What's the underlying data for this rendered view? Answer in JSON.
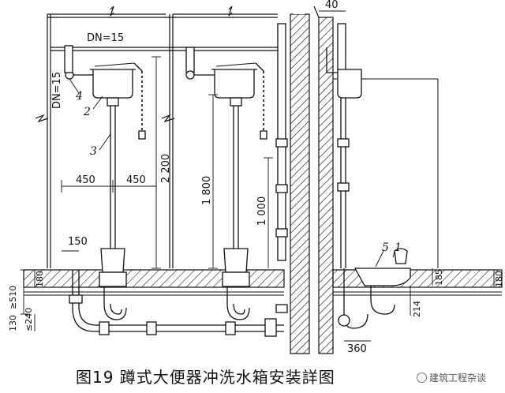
{
  "caption": "图19  蹲式大便器冲洗水箱安装詳图",
  "watermark": "建筑工程杂谈",
  "pipe_labels": {
    "dn_horizontal": "DN=15",
    "dn_vertical": "DN=15"
  },
  "part_numbers": {
    "p1": "1",
    "p2": "2",
    "p3": "3",
    "p4": "4",
    "p5": "5"
  },
  "dimensions": {
    "top_offset": "40",
    "spacing_left": "450",
    "spacing_right": "450",
    "height_tank": "2 200",
    "height_mid": "1 800",
    "height_short": "1 000",
    "pipe_offset": "150",
    "min_depth": "≥510",
    "step_180_left": "180",
    "depth_130": "130",
    "max_240": "≤240",
    "step_185": "185",
    "step_180_right": "180",
    "depth_214": "214",
    "trap_360": "360"
  },
  "colors": {
    "line": "#111111",
    "background": "#ffffff",
    "hatch": "#222222"
  }
}
